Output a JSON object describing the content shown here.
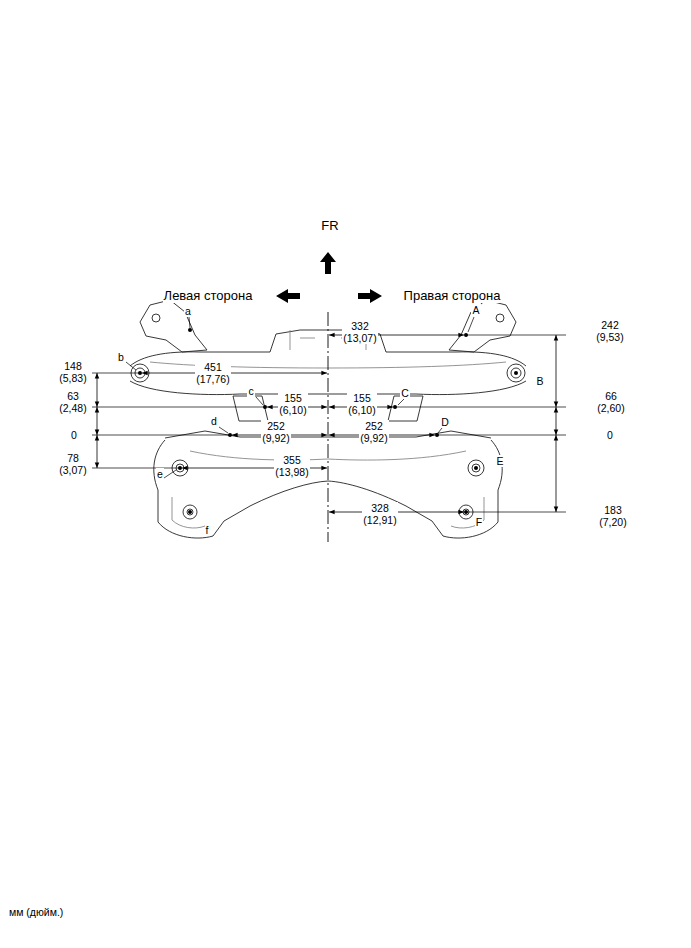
{
  "diagram": {
    "labels": [
      "FR",
      "Левая сторона",
      "Правая сторона",
      "a",
      "b",
      "c",
      "d",
      "e",
      "f",
      "A",
      "B",
      "C",
      "D",
      "E",
      "F",
      "148 (5,83)",
      "451 (17,76)",
      "63 (2,48)",
      "0",
      "78 (3,07)",
      "155 (6,10)",
      "252 (9,92)",
      "355 (13,98)",
      "332 (13,07)",
      "242 (9,53)",
      "155 (6,10)",
      "66 (2,60)",
      "252 (9,92)",
      "0",
      "183 (7,20)",
      "328 (12,91)",
      "мм (дюйм.)"
    ]
  }
}
